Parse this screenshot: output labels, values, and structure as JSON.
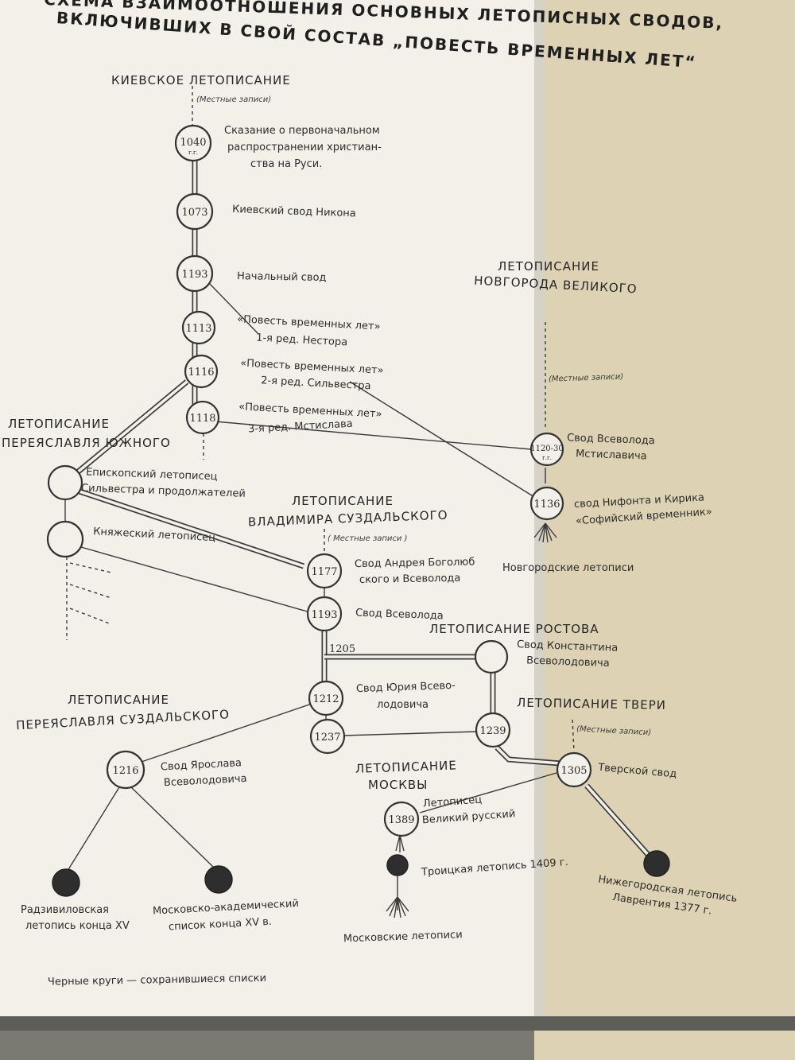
{
  "title": {
    "line1": "СХЕМА ВЗАИМООТНОШЕНИЯ ОСНОВНЫХ ЛЕТОПИСНЫХ СВОДОВ,",
    "line2": "ВКЛЮЧИВШИХ В СВОЙ СОСТАВ „ПОВЕСТЬ ВРЕМЕННЫХ ЛЕТ“"
  },
  "headings": {
    "kiev": "КИЕВСКОЕ ЛЕТОПИСАНИЕ",
    "novgorod_1": "ЛЕТОПИСАНИЕ",
    "novgorod_2": "НОВГОРОДА ВЕЛИКОГО",
    "pereyaslavl_s_1": "ЛЕТОПИСАНИЕ",
    "pereyaslavl_s_2": "ПЕРЕЯСЛАВЛЯ ЮЖНОГО",
    "vladimir_1": "ЛЕТОПИСАНИЕ",
    "vladimir_2": "ВЛАДИМИРА СУЗДАЛЬСКОГО",
    "rostov": "ЛЕТОПИСАНИЕ РОСТОВА",
    "tver": "ЛЕТОПИСАНИЕ ТВЕРИ",
    "pereyaslavl_z_1": "ЛЕТОПИСАНИЕ",
    "pereyaslavl_z_2": "ПЕРЕЯСЛАВЛЯ СУЗДАЛЬСКОГО",
    "moscow_1": "ЛЕТОПИСАНИЕ",
    "moscow_2": "МОСКВЫ"
  },
  "local_records": {
    "kiev": "(Местные записи)",
    "novgorod": "(Местные записи)",
    "vladimir": "( Местные записи )",
    "tver": "(Местные записи)"
  },
  "nodes": {
    "n1040": "1040",
    "n1040_sub": "г.г.",
    "n1073": "1073",
    "n1093": "1193",
    "n1113": "1113",
    "n1116": "1116",
    "n1118": "1118",
    "n1120": "1120-30",
    "n1120_sub": "г.г.",
    "n1136": "1136",
    "n1177": "1177",
    "n1193": "1193",
    "n1205": "1205",
    "n1212": "1212",
    "n1237": "1237",
    "n1239": "1239",
    "n1216": "1216",
    "n1305": "1305",
    "n1389": "1389"
  },
  "labels": {
    "l1040_1": "Сказание о первоначальном",
    "l1040_2": "распространении христиан-",
    "l1040_3": "ства на Руси.",
    "l1073": "Киевский свод Никона",
    "l1093": "Начальный свод",
    "l1113_1": "«Повесть временных лет»",
    "l1113_2": "1-я ред. Нестора",
    "l1116_1": "«Повесть временных лет»",
    "l1116_2": "2-я ред. Сильвестра",
    "l1118_1": "«Повесть временных лет»",
    "l1118_2": "3-я ред. Мстислава",
    "l1120_1": "Свод Всеволода",
    "l1120_2": "Мстиславича",
    "l1136_1": "свод Нифонта и Кирика",
    "l1136_2": "«Софийский временник»",
    "lnovg_chron": "Новгородские летописи",
    "lepisk_1": "Епископский летописец",
    "lepisk_2": "Сильвестра и продолжателей",
    "lknyazh": "Княжеский летописец",
    "l1177_1": "Свод Андрея Боголюб",
    "l1177_2": "ского и Всеволода",
    "l1193": "Свод Всеволода",
    "lkonst_1": "Свод Константина",
    "lkonst_2": "Всеволодовича",
    "l1212_1": "Свод Юрия Всево-",
    "l1212_2": "лодовича",
    "l1216_1": "Свод Ярослава",
    "l1216_2": "Всеволодовича",
    "l1305": "Тверской свод",
    "l1389_1": "Летописец",
    "l1389_2": "Великий русский",
    "ltroitsk": "Троицкая летопись 1409 г.",
    "lmosc_chron": "Московские летописи",
    "lradz_1": "Радзивиловская",
    "lradz_2": "летопись конца XV",
    "lmosac_1": "Московско-академический",
    "lmosac_2": "список конца XV в.",
    "llavr_1": "Нижегородская летопись",
    "llavr_2": "Лаврентия 1377 г."
  },
  "legend": "Черные круги — сохранившиеся списки",
  "colors": {
    "page": "#f2f0e8",
    "spine": "#ddd3b4",
    "background": "#7a7a72",
    "ink": "#2e2e2e"
  }
}
